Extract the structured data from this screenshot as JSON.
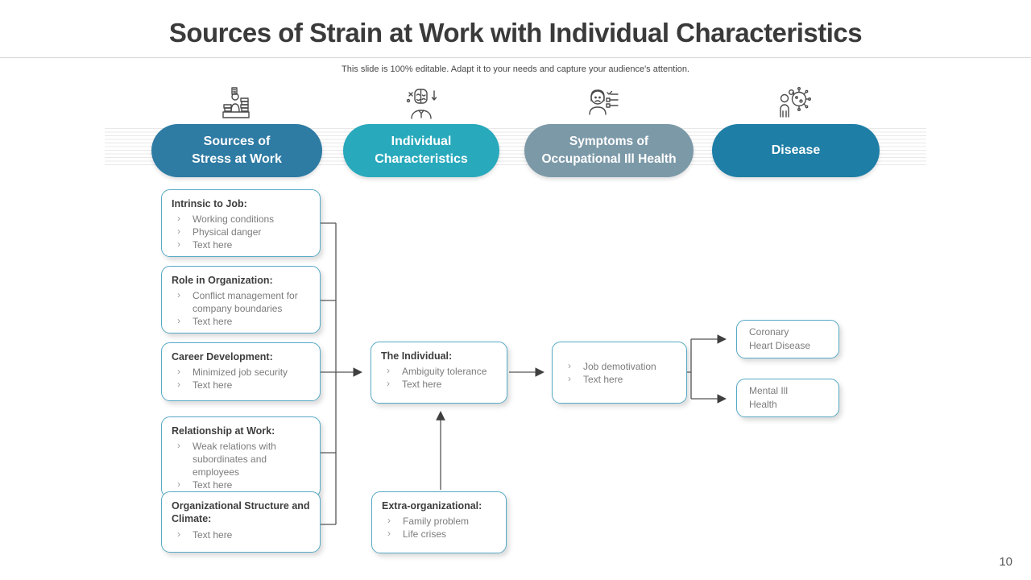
{
  "slide": {
    "title": "Sources of Strain at Work with Individual Characteristics",
    "subtitle": "This slide is 100% editable. Adapt it to your needs and capture your audience's attention.",
    "page_number": "10"
  },
  "colors": {
    "pill_sources": "#2E7BA4",
    "pill_individual": "#28A9BC",
    "pill_symptoms": "#7C99A8",
    "pill_disease": "#1E7EA6",
    "box_border": "#57A9C5",
    "connector": "#555555",
    "title_text": "#3A3A3A",
    "body_gray_text": "#7C7C7C"
  },
  "pills": [
    {
      "label": "Sources of\nStress at Work",
      "icon": "overworked-person-icon"
    },
    {
      "label": "Individual\nCharacteristics",
      "icon": "personality-mask-icon"
    },
    {
      "label": "Symptoms of\nOccupational Ill Health",
      "icon": "symptoms-checklist-icon"
    },
    {
      "label": "Disease",
      "icon": "virus-person-icon"
    }
  ],
  "boxes": {
    "left": [
      {
        "title": "Intrinsic to Job:",
        "bullets": [
          "Working conditions",
          "Physical danger",
          "Text here"
        ]
      },
      {
        "title": "Role in Organization:",
        "bullets": [
          "Conflict management for company boundaries",
          "Text here"
        ]
      },
      {
        "title": "Career Development:",
        "bullets": [
          "Minimized job security",
          "Text here"
        ]
      },
      {
        "title": "Relationship at Work:",
        "bullets": [
          "Weak relations with subordinates and employees",
          "Text here"
        ]
      },
      {
        "title": "Organizational Structure and Climate:",
        "bullets": [
          "Text here"
        ]
      }
    ],
    "individual": {
      "title": "The Individual:",
      "bullets": [
        "Ambiguity tolerance",
        "Text here"
      ]
    },
    "extra_organizational": {
      "title": "Extra-organizational:",
      "bullets": [
        "Family problem",
        "Life crises"
      ]
    },
    "symptoms": {
      "bullets": [
        "Job demotivation",
        "Text here"
      ]
    },
    "disease": [
      {
        "label": "Coronary\nHeart Disease"
      },
      {
        "label": "Mental Ill\nHealth"
      }
    ]
  }
}
